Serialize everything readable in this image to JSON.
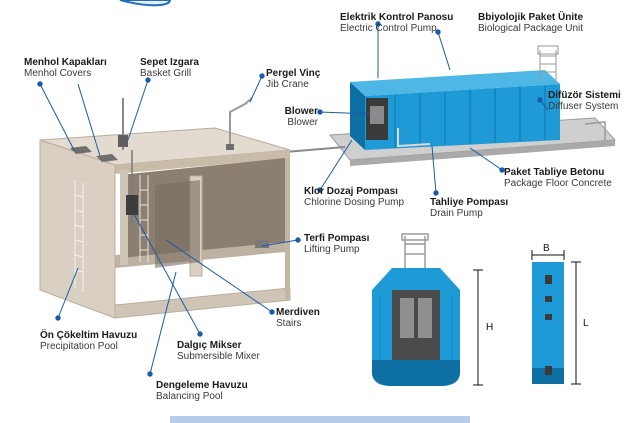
{
  "labels": {
    "manhole": {
      "tr": "Menhol Kapakları",
      "en": "Menhol Covers"
    },
    "basket": {
      "tr": "Sepet Izgara",
      "en": "Basket Grill"
    },
    "jib": {
      "tr": "Pergel Vinç",
      "en": "Jib Crane"
    },
    "control_panel": {
      "tr": "Elektrik Kontrol Panosu",
      "en": "Electric Control Pump"
    },
    "bio_unit": {
      "tr": "Bbiyolojik Paket Ünite",
      "en": "Biological Package Unit"
    },
    "blower": {
      "tr": "Blower",
      "en": "Blower"
    },
    "diffuser": {
      "tr": "Difüzör Sistemi",
      "en": "Diffuser System"
    },
    "floor": {
      "tr": "Paket Tabliye Betonu",
      "en": "Package Floor Concrete"
    },
    "chlorine": {
      "tr": "Klor Dozaj Pompası",
      "en": "Chlorine Dosing Pump"
    },
    "drain": {
      "tr": "Tahliye Pompası",
      "en": "Drain Pump"
    },
    "lifting": {
      "tr": "Terfi Pompası",
      "en": "Lifting Pump"
    },
    "stairs": {
      "tr": "Merdiven",
      "en": "Stairs"
    },
    "precip": {
      "tr": "Ön Çökeltim Havuzu",
      "en": "Precipitation Pool"
    },
    "mixer": {
      "tr": "Dalgıç Mikser",
      "en": "Submersible Mixer"
    },
    "balancing": {
      "tr": "Dengeleme Havuzu",
      "en": "Balancing Pool"
    }
  },
  "dimensions": {
    "height": "H",
    "length": "L",
    "width": "B"
  },
  "colors": {
    "tank_blue": "#1e9ad6",
    "tank_dark": "#0e6fa3",
    "concrete": "#d9cfc2",
    "concrete_dark": "#b9ad9d",
    "floor": "#c9c9c9",
    "leader": "#1a5aa6"
  }
}
